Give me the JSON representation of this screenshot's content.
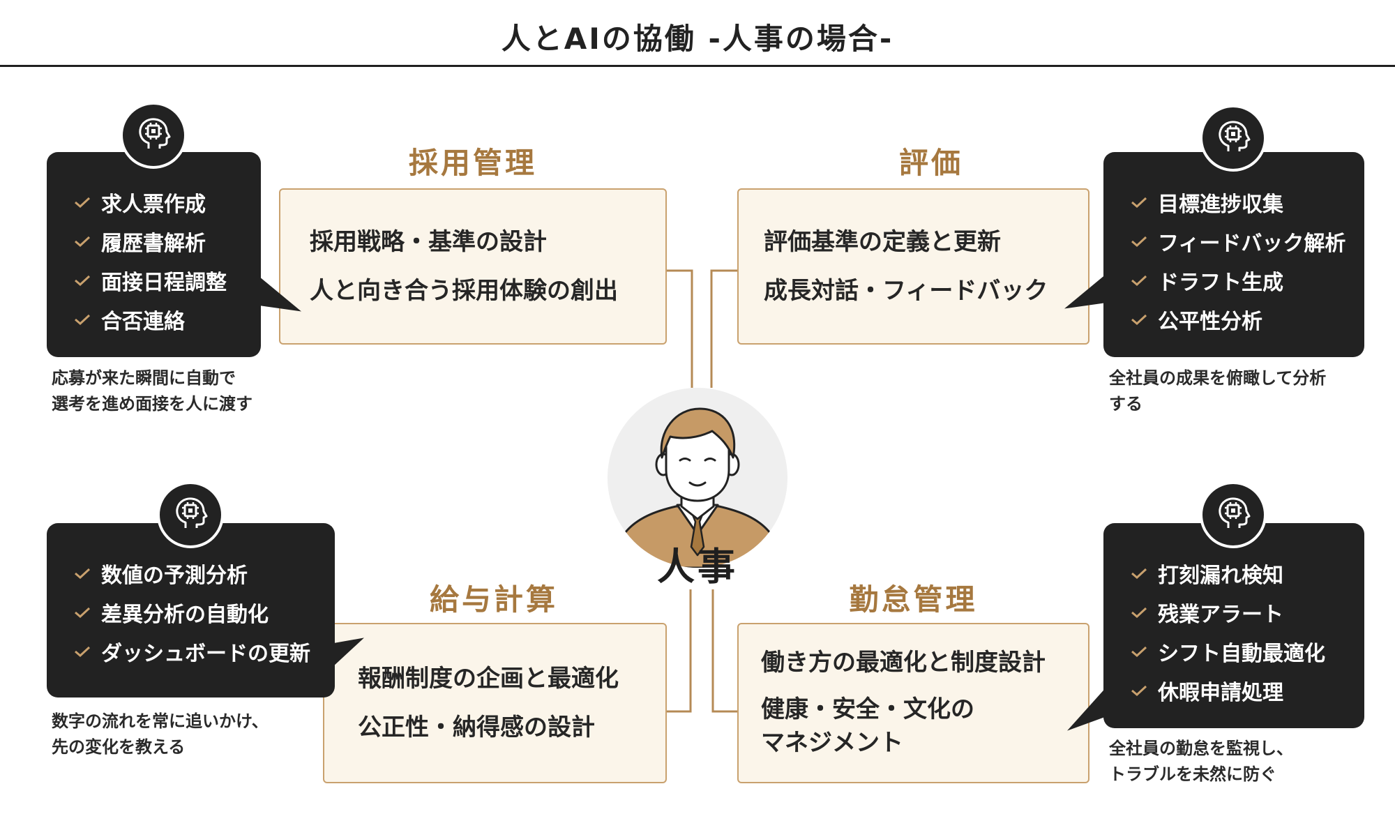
{
  "title": "人とAIの協働 -人事の場合-",
  "center_label": "人事",
  "icons": {
    "ai": "ai-head-chip-icon",
    "check": "check-icon",
    "person": "hr-person-icon"
  },
  "colors": {
    "accent": "#a6783f",
    "box_fill": "#fbf5ea",
    "box_border": "#c9a16e",
    "card": "#222222"
  },
  "sections": {
    "recruiting": {
      "title": "採用管理",
      "lines": [
        "採用戦略・基準の設計",
        "人と向き合う採用体験の創出"
      ],
      "ai_items": [
        "求人票作成",
        "履歴書解析",
        "面接日程調整",
        "合否連絡"
      ],
      "caption": [
        "応募が来た瞬間に自動で",
        "選考を進め面接を人に渡す"
      ]
    },
    "evaluation": {
      "title": "評価",
      "lines": [
        "評価基準の定義と更新",
        "成長対話・フィードバック"
      ],
      "ai_items": [
        "目標進捗収集",
        "フィードバック解析",
        "ドラフト生成",
        "公平性分析"
      ],
      "caption": [
        "全社員の成果を俯瞰して分析",
        "する"
      ]
    },
    "payroll": {
      "title": "給与計算",
      "lines": [
        "報酬制度の企画と最適化",
        "公正性・納得感の設計"
      ],
      "ai_items": [
        "数値の予測分析",
        "差異分析の自動化",
        "ダッシュボードの更新"
      ],
      "caption": [
        "数字の流れを常に追いかけ、",
        "先の変化を教える"
      ]
    },
    "attendance": {
      "title": "勤怠管理",
      "lines": [
        "働き方の最適化と制度設計",
        "健康・安全・文化の",
        "マネジメント"
      ],
      "ai_items": [
        "打刻漏れ検知",
        "残業アラート",
        "シフト自動最適化",
        "休暇申請処理"
      ],
      "caption": [
        "全社員の勤怠を監視し、",
        "トラブルを未然に防ぐ"
      ]
    }
  }
}
